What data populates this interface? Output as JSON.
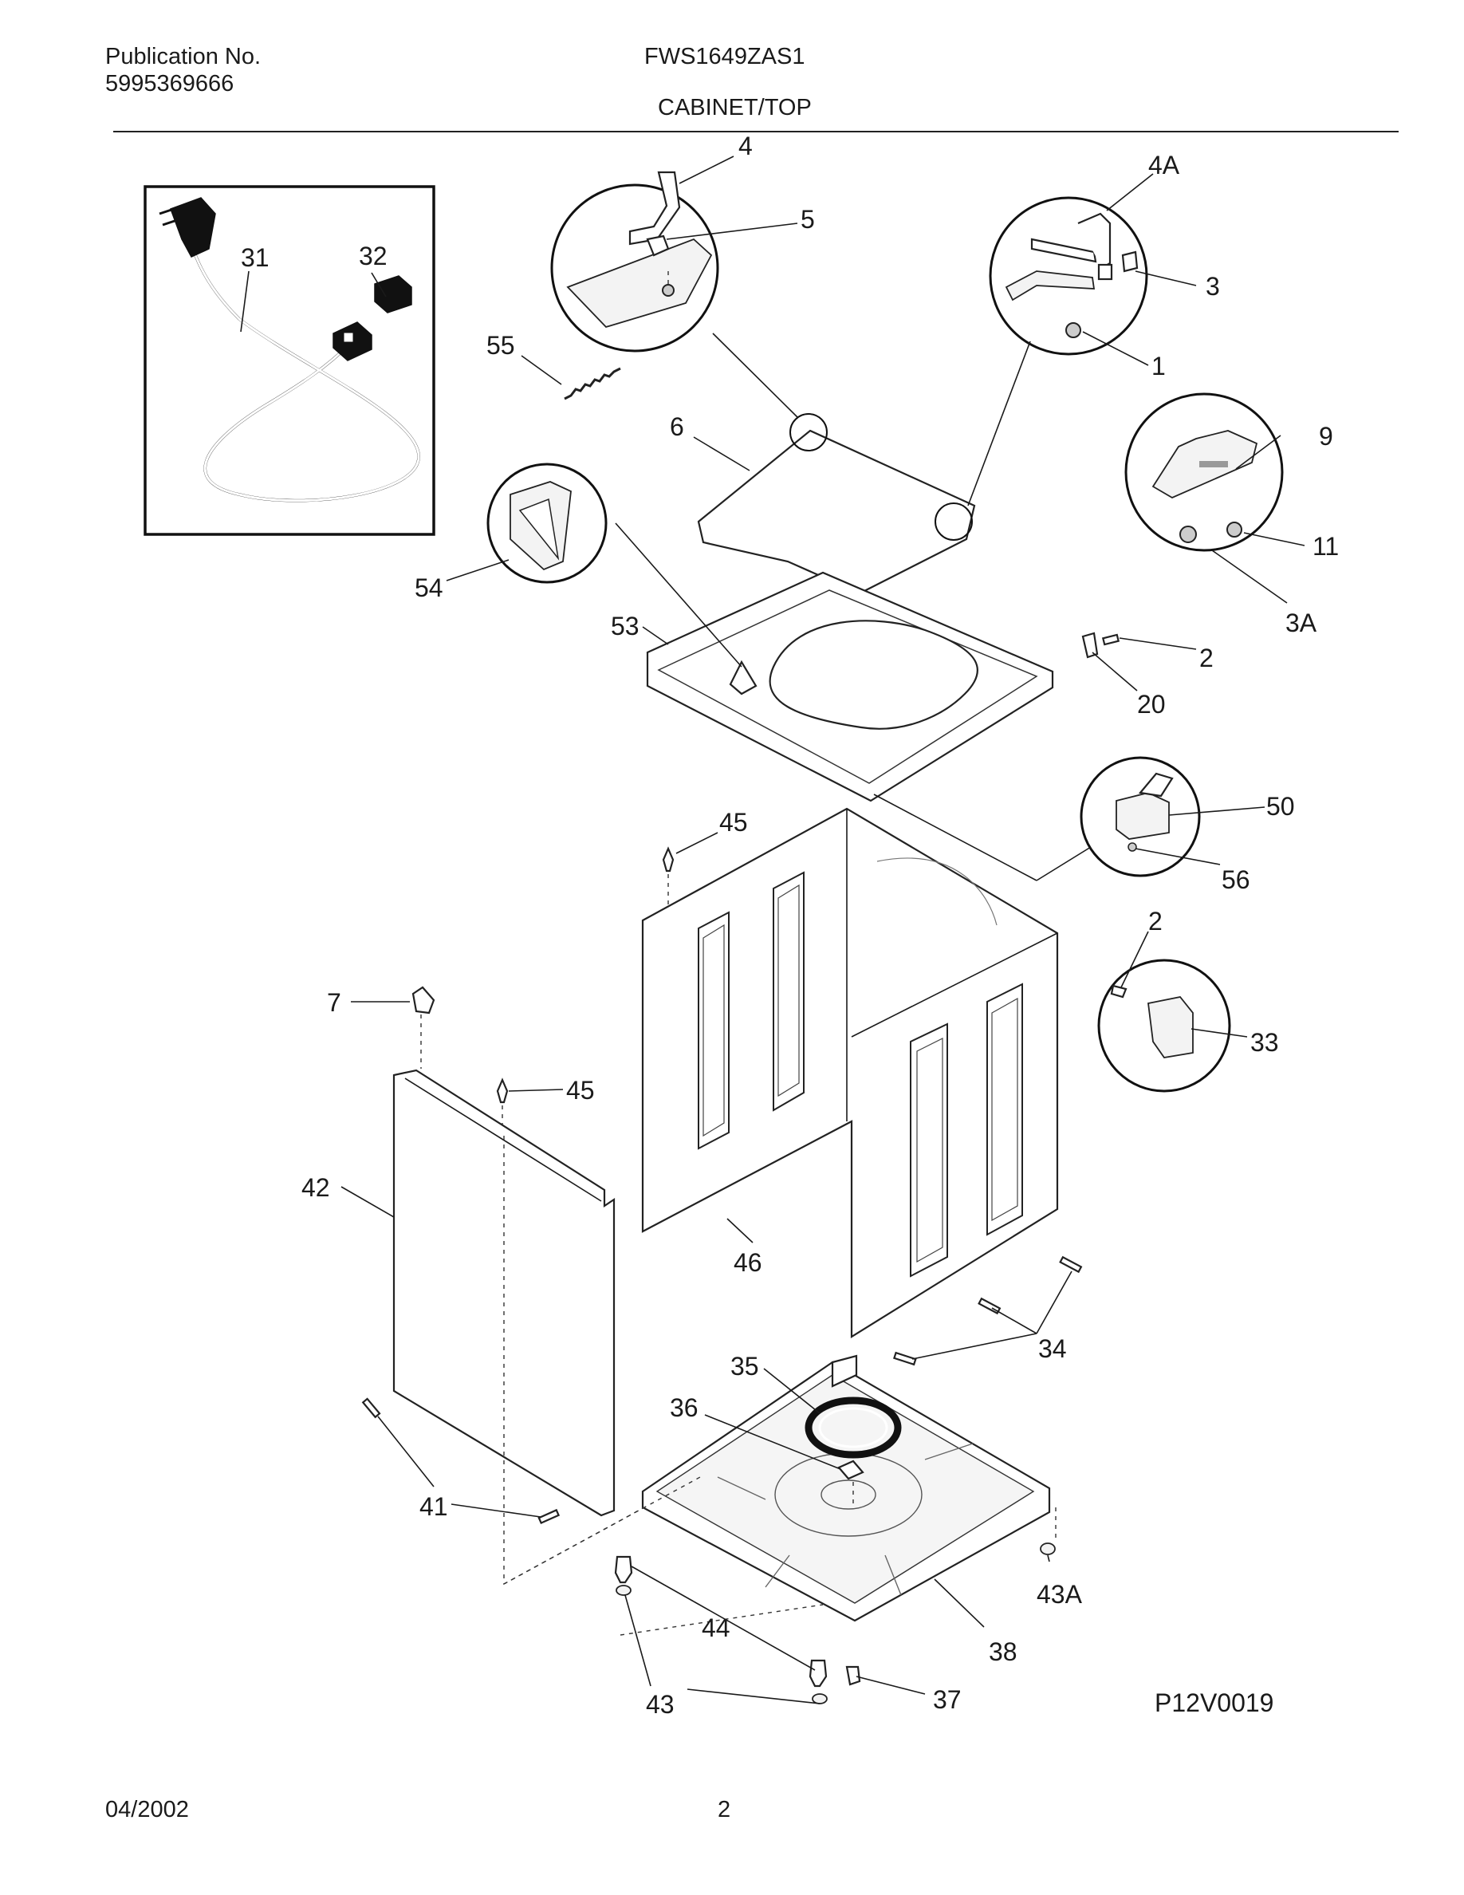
{
  "header": {
    "publication_label": "Publication No.",
    "publication_number": "5995369666",
    "model": "FWS1649ZAS1",
    "section_title": "CABINET/TOP"
  },
  "footer": {
    "date": "04/2002",
    "page": "2"
  },
  "diagram_code": "P12V0019",
  "callouts": {
    "c4": "4",
    "c4a": "4A",
    "c5": "5",
    "c3": "3",
    "c1": "1",
    "c31": "31",
    "c32": "32",
    "c55": "55",
    "c6": "6",
    "c9": "9",
    "c11": "11",
    "c3a": "3A",
    "c54": "54",
    "c53": "53",
    "c2a": "2",
    "c20": "20",
    "c45a": "45",
    "c50": "50",
    "c56": "56",
    "c2b": "2",
    "c7": "7",
    "c33": "33",
    "c45b": "45",
    "c42": "42",
    "c46": "46",
    "c34": "34",
    "c35": "35",
    "c36": "36",
    "c41": "41",
    "c43a": "43A",
    "c44": "44",
    "c38": "38",
    "c43": "43",
    "c37": "37"
  }
}
